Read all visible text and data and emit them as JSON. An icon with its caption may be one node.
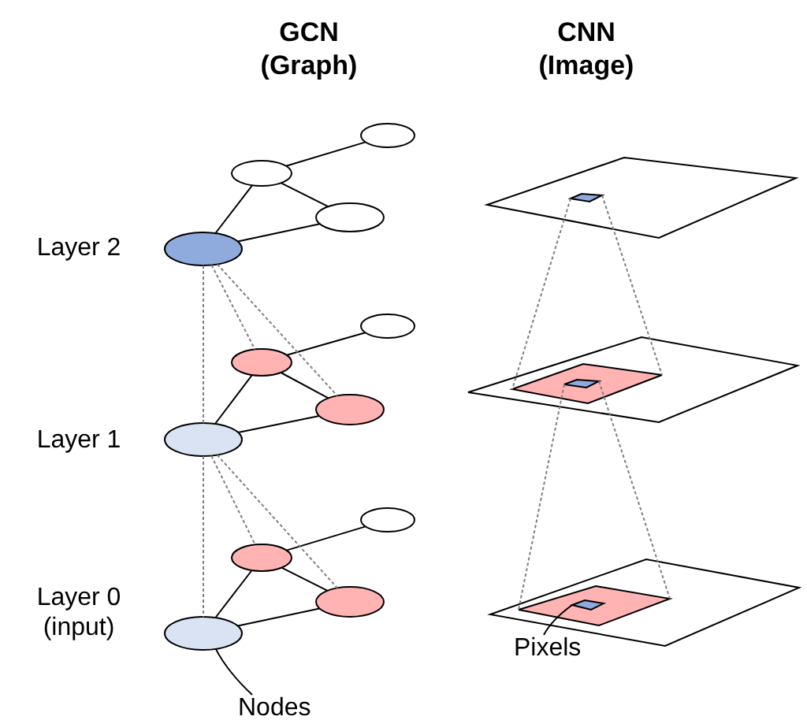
{
  "diagram": {
    "nodes": [
      {
        "text": [],
        "shape": "ellipse"
      },
      {
        "text": [],
        "shape": "ellipse"
      },
      {
        "text": [],
        "shape": "ellipse"
      },
      {
        "text": [],
        "shape": "ellipse"
      },
      {
        "text": [],
        "shape": "parallelogram"
      },
      {
        "text": [],
        "shape": "parallelogram",
        "in": 4
      },
      {
        "text": [],
        "shape": "ellipse"
      },
      {
        "text": [],
        "shape": "ellipse"
      },
      {
        "text": [],
        "shape": "ellipse"
      },
      {
        "text": [],
        "shape": "ellipse"
      },
      {
        "text": [],
        "shape": "parallelogram"
      },
      {
        "text": [],
        "shape": "parallelogram",
        "in": 10
      },
      {
        "text": [],
        "shape": "parallelogram",
        "in": 11
      },
      {
        "text": [],
        "shape": "ellipse"
      },
      {
        "text": [],
        "shape": "ellipse"
      },
      {
        "text": [],
        "shape": "ellipse"
      },
      {
        "text": [],
        "shape": "ellipse"
      },
      {
        "text": [],
        "shape": "parallelogram"
      },
      {
        "text": [],
        "shape": "parallelogram",
        "in": 17
      },
      {
        "text": [],
        "shape": "parallelogram",
        "in": 18
      },
      {
        "text": [
          "Nodes"
        ]
      },
      {
        "text": [
          "Pixels"
        ]
      }
    ],
    "edges": [
      {
        "from": 1,
        "to": 0,
        "arrow": "none"
      },
      {
        "from": 1,
        "to": 2,
        "arrow": "none"
      },
      {
        "from": 1,
        "to": 3,
        "arrow": "none"
      },
      {
        "from": 3,
        "to": 2,
        "arrow": "none"
      },
      {
        "from": 7,
        "to": 6,
        "arrow": "none"
      },
      {
        "from": 7,
        "to": 8,
        "arrow": "none"
      },
      {
        "from": 9,
        "to": 7,
        "arrow": "none"
      },
      {
        "from": 9,
        "to": 8,
        "arrow": "none"
      },
      {
        "from": 14,
        "to": 13,
        "arrow": "none"
      },
      {
        "from": 14,
        "to": 15,
        "arrow": "none"
      },
      {
        "from": 16,
        "to": 14,
        "arrow": "none"
      },
      {
        "from": 16,
        "to": 15,
        "arrow": "none"
      },
      {
        "from": 3,
        "to": 9,
        "arrow": "none",
        "style": "dashed",
        "color": "#808080"
      },
      {
        "from": 3,
        "to": 7,
        "arrow": "none",
        "style": "dashed",
        "color": "#808080"
      },
      {
        "from": 3,
        "to": 8,
        "arrow": "none",
        "style": "dashed",
        "color": "#808080"
      },
      {
        "from": 9,
        "to": 16,
        "arrow": "none",
        "style": "dashed",
        "color": "#808080"
      },
      {
        "from": 9,
        "to": 14,
        "arrow": "none",
        "style": "dashed",
        "color": "#808080"
      },
      {
        "from": 9,
        "to": 15,
        "arrow": "none",
        "style": "dashed",
        "color": "#808080"
      },
      {
        "from": 5,
        "to": 11,
        "arrow": "none",
        "style": "dashed",
        "color": "#808080"
      },
      {
        "from": 5,
        "to": 11,
        "arrow": "none",
        "style": "dashed",
        "color": "#808080"
      },
      {
        "from": 12,
        "to": 18,
        "arrow": "none",
        "style": "dashed",
        "color": "#808080"
      },
      {
        "from": 12,
        "to": 18,
        "arrow": "none",
        "style": "dashed",
        "color": "#808080"
      },
      {
        "from": 20,
        "to": 16,
        "arrow": "none"
      },
      {
        "from": 21,
        "to": 19,
        "arrow": "none"
      }
    ],
    "labels": [
      "GCN (Graph)",
      "CNN (Image)",
      "Layer 2",
      "Layer 1",
      "Layer 0 (input)"
    ]
  }
}
